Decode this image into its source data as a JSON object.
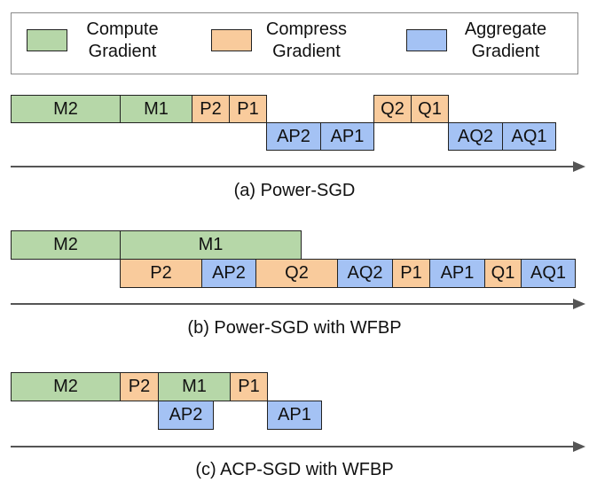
{
  "legend": {
    "compute": "Compute\nGradient",
    "compress": "Compress\nGradient",
    "aggregate": "Aggregate\nGradient"
  },
  "colors": {
    "compute": "#b6d7a8",
    "compress": "#f9cb9c",
    "aggregate": "#a4c2f4"
  },
  "panels": [
    {
      "caption": "(a) Power-SGD",
      "blocks": [
        {
          "label": "M2",
          "kind": "compute"
        },
        {
          "label": "M1",
          "kind": "compute"
        },
        {
          "label": "P2",
          "kind": "compress"
        },
        {
          "label": "P1",
          "kind": "compress"
        },
        {
          "label": "Q2",
          "kind": "compress"
        },
        {
          "label": "Q1",
          "kind": "compress"
        },
        {
          "label": "AP2",
          "kind": "aggregate"
        },
        {
          "label": "AP1",
          "kind": "aggregate"
        },
        {
          "label": "AQ2",
          "kind": "aggregate"
        },
        {
          "label": "AQ1",
          "kind": "aggregate"
        }
      ]
    },
    {
      "caption": "(b) Power-SGD with WFBP",
      "blocks": [
        {
          "label": "M2",
          "kind": "compute"
        },
        {
          "label": "M1",
          "kind": "compute"
        },
        {
          "label": "P2",
          "kind": "compress"
        },
        {
          "label": "AP2",
          "kind": "aggregate"
        },
        {
          "label": "Q2",
          "kind": "compress"
        },
        {
          "label": "AQ2",
          "kind": "aggregate"
        },
        {
          "label": "P1",
          "kind": "compress"
        },
        {
          "label": "AP1",
          "kind": "aggregate"
        },
        {
          "label": "Q1",
          "kind": "compress"
        },
        {
          "label": "AQ1",
          "kind": "aggregate"
        }
      ]
    },
    {
      "caption": "(c) ACP-SGD with WFBP",
      "blocks": [
        {
          "label": "M2",
          "kind": "compute"
        },
        {
          "label": "P2",
          "kind": "compress"
        },
        {
          "label": "M1",
          "kind": "compute"
        },
        {
          "label": "P1",
          "kind": "compress"
        },
        {
          "label": "AP2",
          "kind": "aggregate"
        },
        {
          "label": "AP1",
          "kind": "aggregate"
        }
      ]
    }
  ]
}
